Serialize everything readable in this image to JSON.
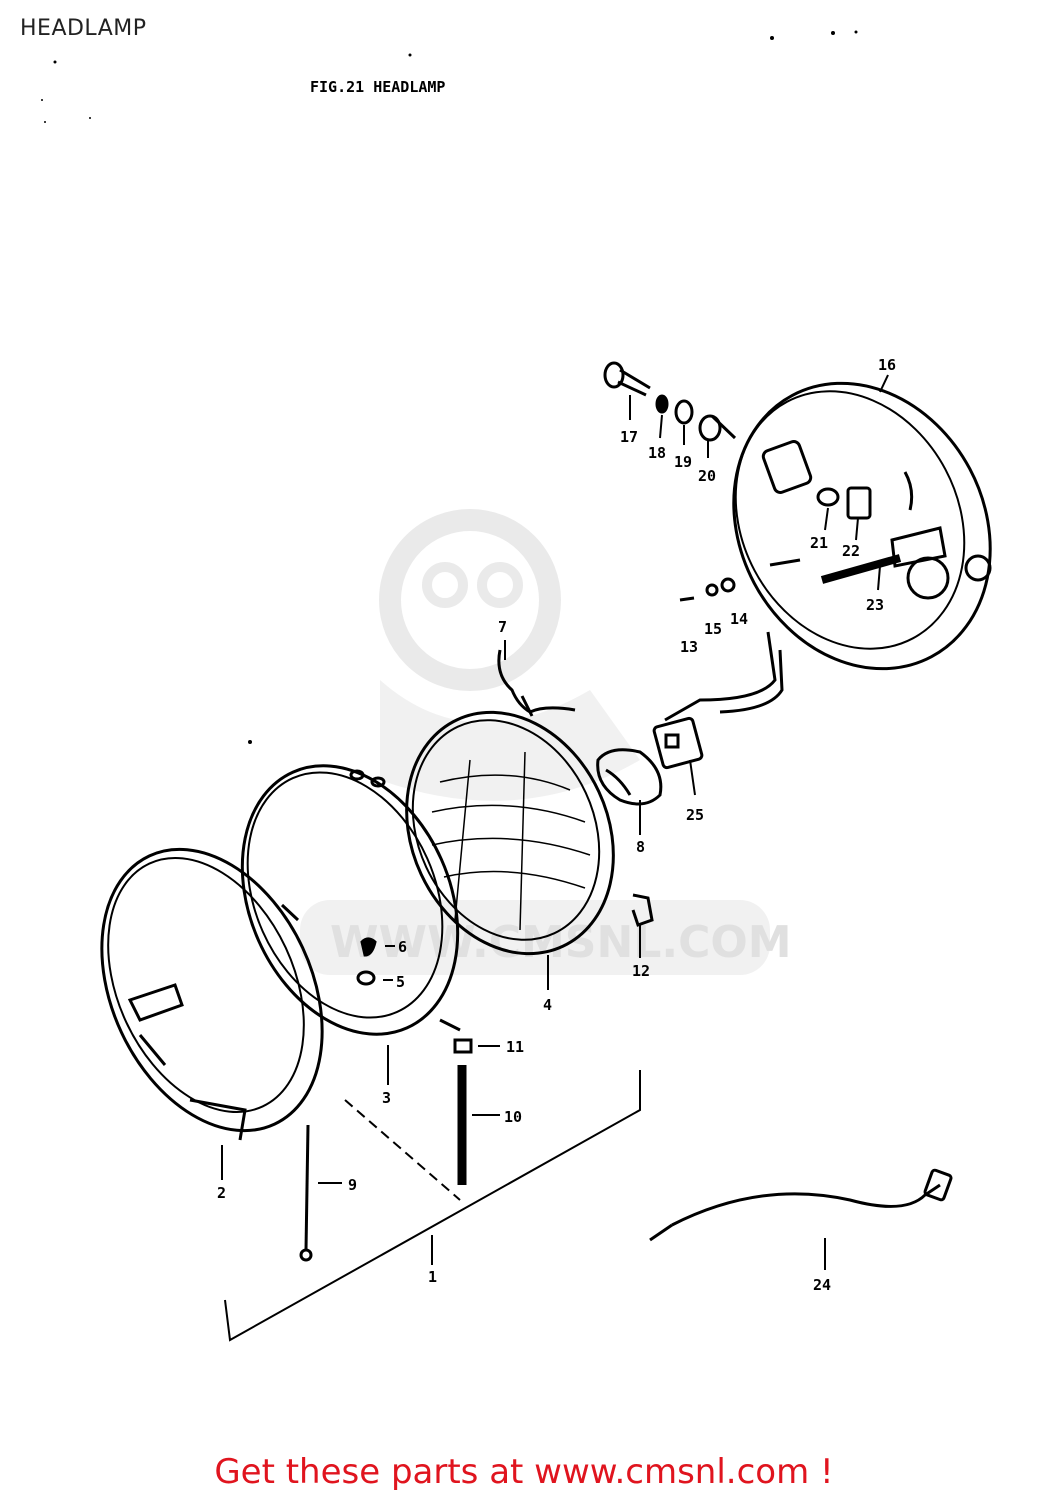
{
  "page": {
    "title": "HEADLAMP"
  },
  "figure": {
    "title": "FIG.21  HEADLAMP",
    "watermark": "WWW.CMSNL.COM",
    "parts": [
      {
        "id": "1",
        "label": "1"
      },
      {
        "id": "2",
        "label": "2"
      },
      {
        "id": "3",
        "label": "3"
      },
      {
        "id": "4",
        "label": "4"
      },
      {
        "id": "5",
        "label": "5"
      },
      {
        "id": "6",
        "label": "6"
      },
      {
        "id": "7",
        "label": "7"
      },
      {
        "id": "8",
        "label": "8"
      },
      {
        "id": "9",
        "label": "9"
      },
      {
        "id": "10",
        "label": "10"
      },
      {
        "id": "11",
        "label": "11"
      },
      {
        "id": "12",
        "label": "12"
      },
      {
        "id": "13",
        "label": "13"
      },
      {
        "id": "14",
        "label": "14"
      },
      {
        "id": "15",
        "label": "15"
      },
      {
        "id": "16",
        "label": "16"
      },
      {
        "id": "17",
        "label": "17"
      },
      {
        "id": "18",
        "label": "18"
      },
      {
        "id": "19",
        "label": "19"
      },
      {
        "id": "20",
        "label": "20"
      },
      {
        "id": "21",
        "label": "21"
      },
      {
        "id": "22",
        "label": "22"
      },
      {
        "id": "23",
        "label": "23"
      },
      {
        "id": "24",
        "label": "24"
      },
      {
        "id": "25",
        "label": "25"
      }
    ]
  },
  "footer": {
    "link_text": "Get these parts at www.cmsnl.com !",
    "link_color": "#e0141e"
  },
  "colors": {
    "line": "#000000",
    "watermark": "#d9d9d9"
  }
}
